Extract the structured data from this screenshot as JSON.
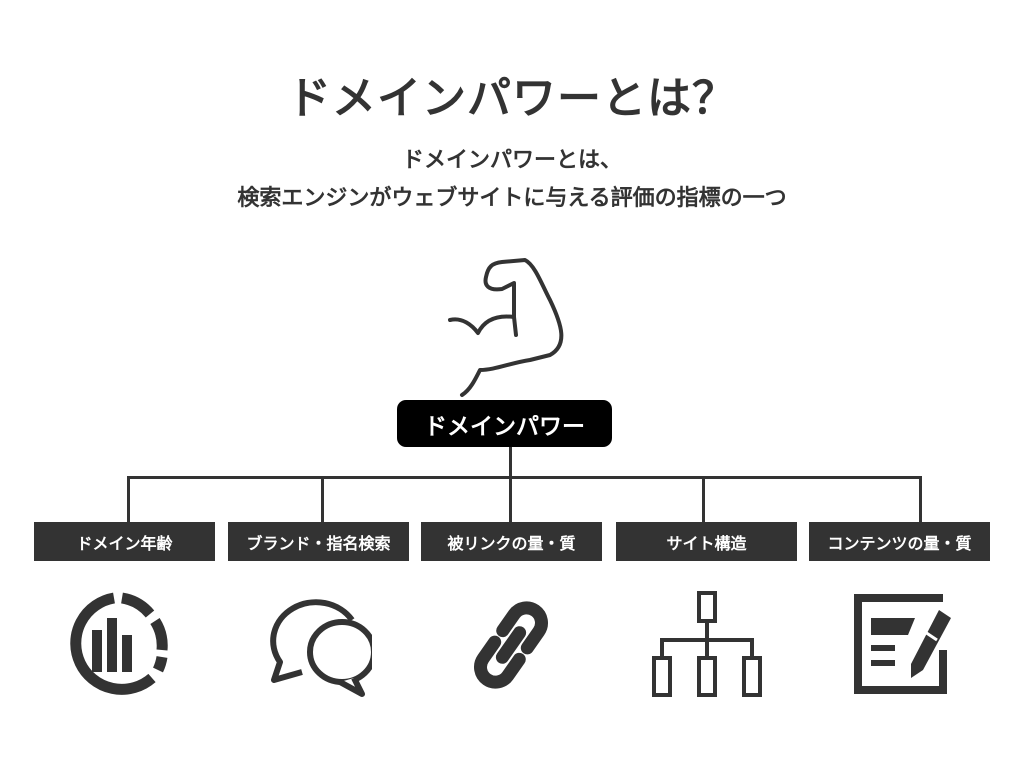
{
  "title": "ドメインパワーとは？",
  "subtitle": {
    "line1": "ドメインパワーとは、",
    "line2": "検索エンジンがウェブサイトに与える評価の指標の一つ"
  },
  "center": {
    "label": "ドメインパワー",
    "icon": "flexed-arm-icon"
  },
  "factors": [
    {
      "label": "ドメイン年齢",
      "icon": "chart-icon"
    },
    {
      "label": "ブランド・指名検索",
      "icon": "speech-bubbles-icon"
    },
    {
      "label": "被リンクの量・質",
      "icon": "link-icon"
    },
    {
      "label": "サイト構造",
      "icon": "sitemap-icon"
    },
    {
      "label": "コンテンツの量・質",
      "icon": "document-edit-icon"
    }
  ],
  "colors": {
    "dark": "#333333",
    "black": "#000000"
  }
}
